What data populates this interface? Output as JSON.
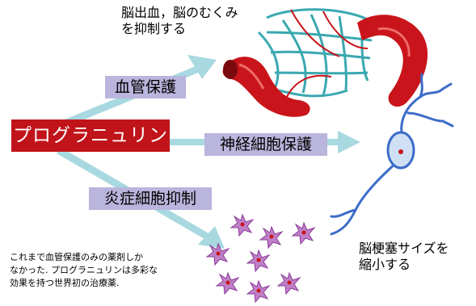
{
  "main": {
    "label": "プログラニュリン"
  },
  "branches": [
    {
      "label": "血管保護"
    },
    {
      "label": "神経細胞保護"
    },
    {
      "label": "炎症細胞抑制"
    }
  ],
  "outcomes": {
    "top_line1": "脳出血，脳のむくみ",
    "top_line2": "を抑制する",
    "right_line1": "脳梗塞サイズを",
    "right_line2": "縮小する"
  },
  "note": {
    "line1": "これまで血管保護のみの薬剤しか",
    "line2": "なかった. プログラニュリンは多彩な",
    "line3": "効果を持つ世界初の治療薬."
  },
  "colors": {
    "main_box": "#c0141a",
    "label_box": "#b9b5dc",
    "arrow": "#a8d8e0",
    "vessel_red": "#c8141a",
    "capillary_teal": "#3aa8b0",
    "neuron_blue": "#3c6cc8",
    "inflammatory_cell": "#c080c8"
  }
}
